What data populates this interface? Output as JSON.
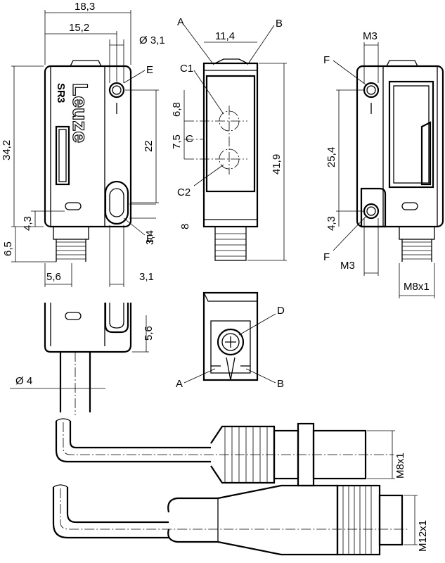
{
  "dimensions": {
    "front_width": "18,3",
    "front_inner": "15,2",
    "hole_dia": "Ø 3,1",
    "height_total": "34,2",
    "hole_spacing": "22",
    "bottom_43_left": "4,3",
    "bottom_65": "6,5",
    "bottom_56": "5,6",
    "slot_34": "3,4",
    "slot_31": "3,1",
    "mid_width": "11,4",
    "c1_offset": "6,8",
    "c_offset": "7,5",
    "mid_height": "41,9",
    "mid_8": "8",
    "right_m3_top": "M3",
    "right_254": "25,4",
    "right_43": "4,3",
    "right_m3_bottom": "M3",
    "right_m8": "M8x1",
    "cable_56": "5,6",
    "cable_dia": "Ø 4",
    "conn_m8": "M8x1",
    "conn_m12": "M12x1"
  },
  "callouts": {
    "a_top": "A",
    "b_top": "B",
    "c1": "C1",
    "c": "C",
    "c2": "C2",
    "e_top": "E",
    "e_bottom": "E",
    "f_top": "F",
    "f_bottom": "F",
    "d": "D",
    "a_bottom": "A",
    "b_bottom": "B"
  },
  "logo": {
    "brand": "Leuze",
    "model_prefix": "SR",
    "model_number": "3"
  }
}
